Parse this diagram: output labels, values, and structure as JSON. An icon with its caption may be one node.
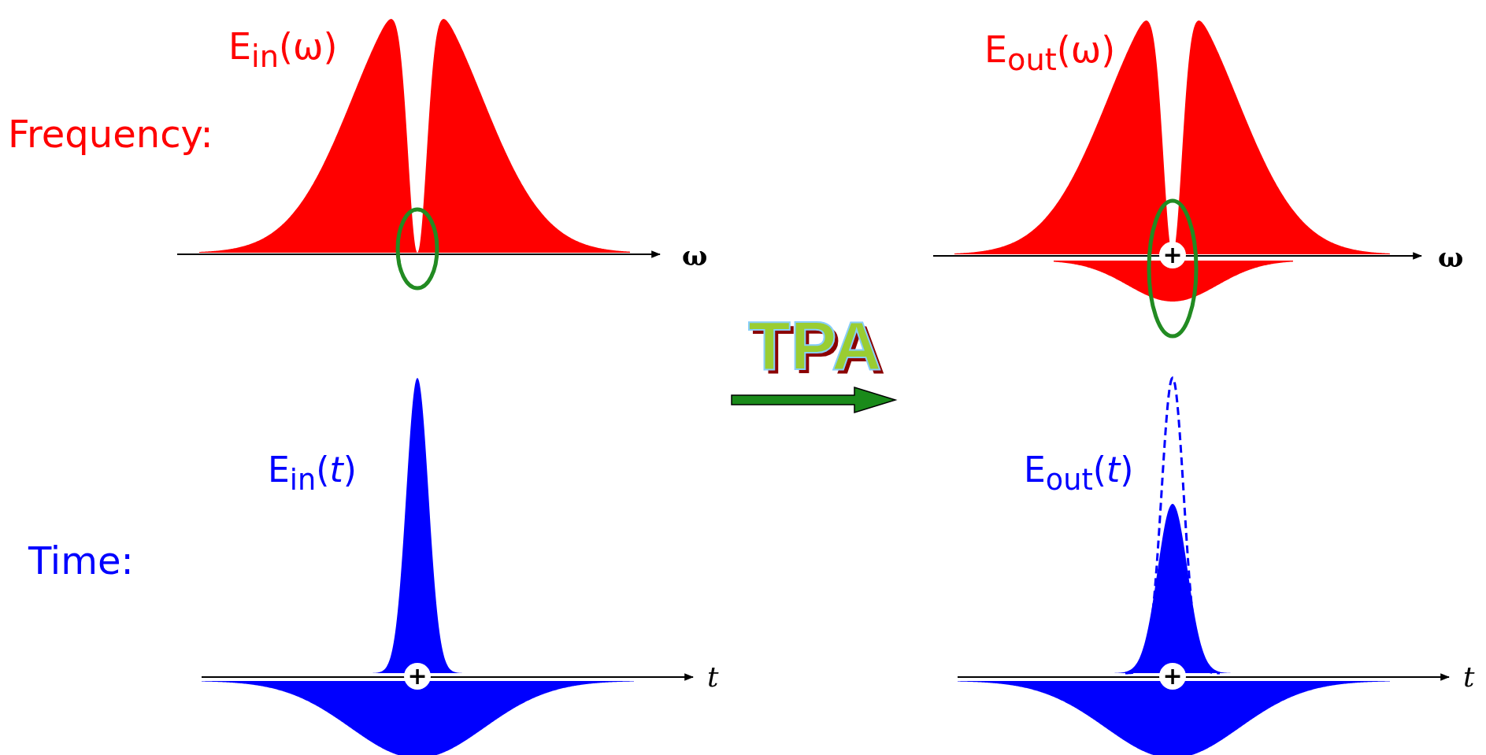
{
  "diagram": {
    "labels": [
      "E$_{in}$(ω)",
      "E$_{out}$(ω)",
      "Frequency:",
      "ω",
      "+",
      "ω",
      "TPA",
      "E$_{in}$(*t*)",
      "E$_{out}$(*t*)",
      "Time:",
      "+",
      "t",
      "+",
      "t"
    ]
  }
}
